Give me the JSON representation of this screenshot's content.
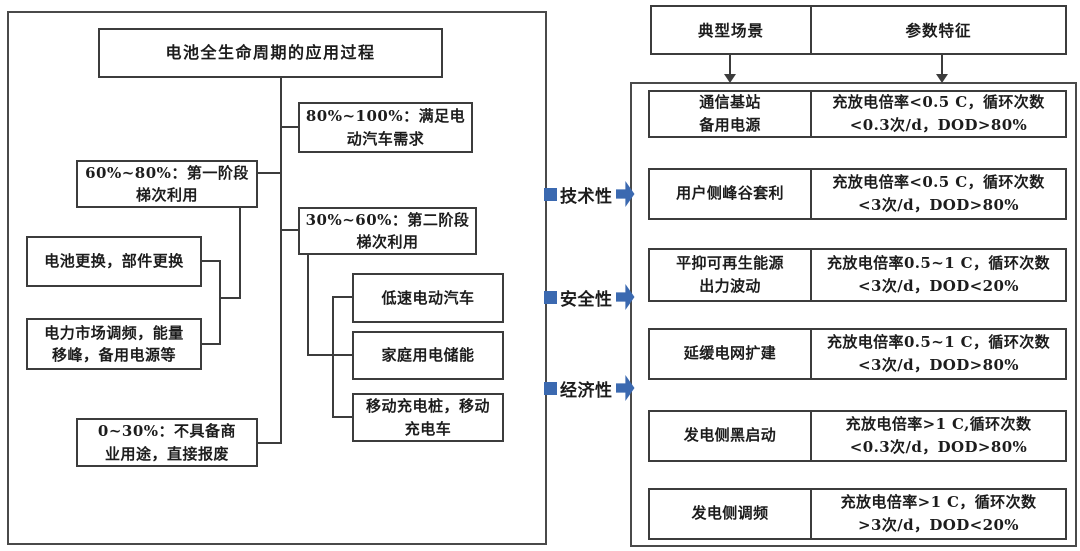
{
  "left_panel": {
    "title": "电池全生命周期的应用过程",
    "boxes": {
      "ev_demand": "80%~100%：满足电\n动汽车需求",
      "stage1": "60%~80%：第一阶段\n梯次利用",
      "stage2": "30%~60%：第二阶段\n梯次利用",
      "replace": "电池更换，部件更换",
      "market": "电力市场调频，能量\n移峰，备用电源等",
      "low_speed_ev": "低速电动汽车",
      "home_storage": "家庭用电储能",
      "mobile_charging": "移动充电桩，移动\n充电车",
      "scrap": "0~30%：不具备商\n业用途，直接报废"
    }
  },
  "mid": {
    "labels": [
      "技术性",
      "安全性",
      "经济性"
    ],
    "accent_color": "#3b69b0"
  },
  "right_panel": {
    "headers": [
      "典型场景",
      "参数特征"
    ],
    "rows": [
      {
        "scene": "通信基站\n备用电源",
        "param": "充放电倍率<0.5 C，循环次数\n<0.3次/d，DOD>80%"
      },
      {
        "scene": "用户侧峰谷套利",
        "param": "充放电倍率<0.5 C，循环次数\n<3次/d，DOD>80%"
      },
      {
        "scene": "平抑可再生能源\n出力波动",
        "param": "充放电倍率0.5~1 C，循环次数\n<3次/d，DOD<20%"
      },
      {
        "scene": "延缓电网扩建",
        "param": "充放电倍率0.5~1 C，循环次数\n<3次/d，DOD>80%"
      },
      {
        "scene": "发电侧黑启动",
        "param": "充放电倍率>1 C,循环次数\n<0.3次/d，DOD>80%"
      },
      {
        "scene": "发电侧调频",
        "param": "充放电倍率>1 C，循环次数\n>3次/d，DOD<20%"
      }
    ]
  }
}
